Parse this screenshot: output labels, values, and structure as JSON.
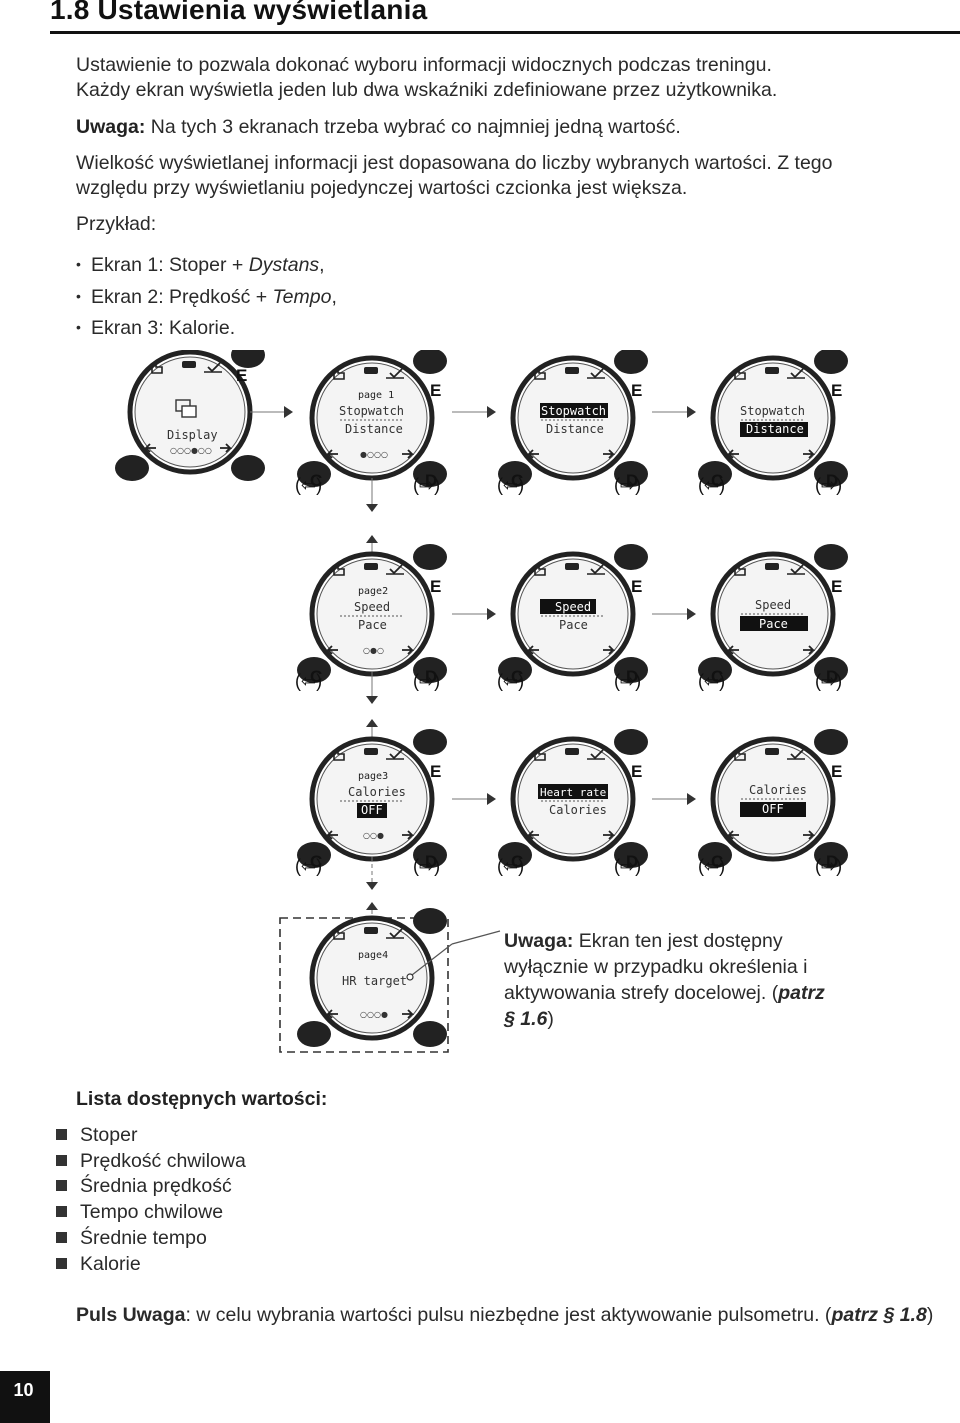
{
  "header": {
    "title": "1.8  Ustawienia wyświetlania"
  },
  "intro": {
    "line1": "Ustawienie to pozwala dokonać wyboru informacji widocznych podczas treningu.",
    "line2": "Każdy ekran wyświetla jeden lub dwa wskaźniki zdefiniowane przez użytkownika.",
    "note_label": "Uwaga:",
    "note_text": " Na tych 3 ekranach trzeba wybrać co najmniej jedną wartość.",
    "size_line1": "Wielkość wyświetlanej informacji jest dopasowana do liczby wybranych wartości. Z tego",
    "size_line2": "względu przy wyświetlaniu pojedynczej wartości czcionka jest większa.",
    "example_label": "Przykład:"
  },
  "examples": [
    {
      "prefix": "Ekran 1: Stoper + ",
      "italic": "Dystans",
      "suffix": ","
    },
    {
      "prefix": "Ekran 2: Prędkość + ",
      "italic": "Tempo",
      "suffix": ","
    },
    {
      "prefix": "Ekran 3: Kalorie.",
      "italic": "",
      "suffix": ""
    }
  ],
  "buttons": {
    "e": "E",
    "c": "C",
    "d": "D",
    "left_arrow": "(⇦)",
    "right_arrow": "(⇨)"
  },
  "screens": {
    "display": "Display",
    "page1": "page 1",
    "page2": "page2",
    "page3": "page3",
    "page4": "page4",
    "stopwatch": "Stopwatch",
    "distance": "Distance",
    "speed": "Speed",
    "pace": "Pace",
    "calories": "Calories",
    "off": "OFF",
    "heart_rate": "Heart rate",
    "hr_target": "HR target",
    "dots_display": "○○○●○○",
    "dots_page1": "●○○○",
    "dots_page2": "○●○",
    "dots_page3": "○○●",
    "dots_page4": "○○○●"
  },
  "note_box": {
    "label": "Uwaga:",
    "text": " Ekran ten jest dostępny wyłącznie w przypadku określenia i aktywowania strefy docelowej. (",
    "ref_italic": "patrz § 1.6",
    "close": ")"
  },
  "values_list": {
    "title": "Lista dostępnych wartości:",
    "items": [
      "Stoper",
      "Prędkość chwilowa",
      "Średnia prędkość",
      "Tempo chwilowe",
      "Średnie tempo",
      "Kalorie"
    ]
  },
  "footer_note": {
    "label": "Puls Uwaga",
    "text": ": w celu wybrania wartości pulsu niezbędne jest aktywowanie pulsometru. (",
    "ref_italic": "patrz § 1.8",
    "close": ")"
  },
  "page_number": "10"
}
